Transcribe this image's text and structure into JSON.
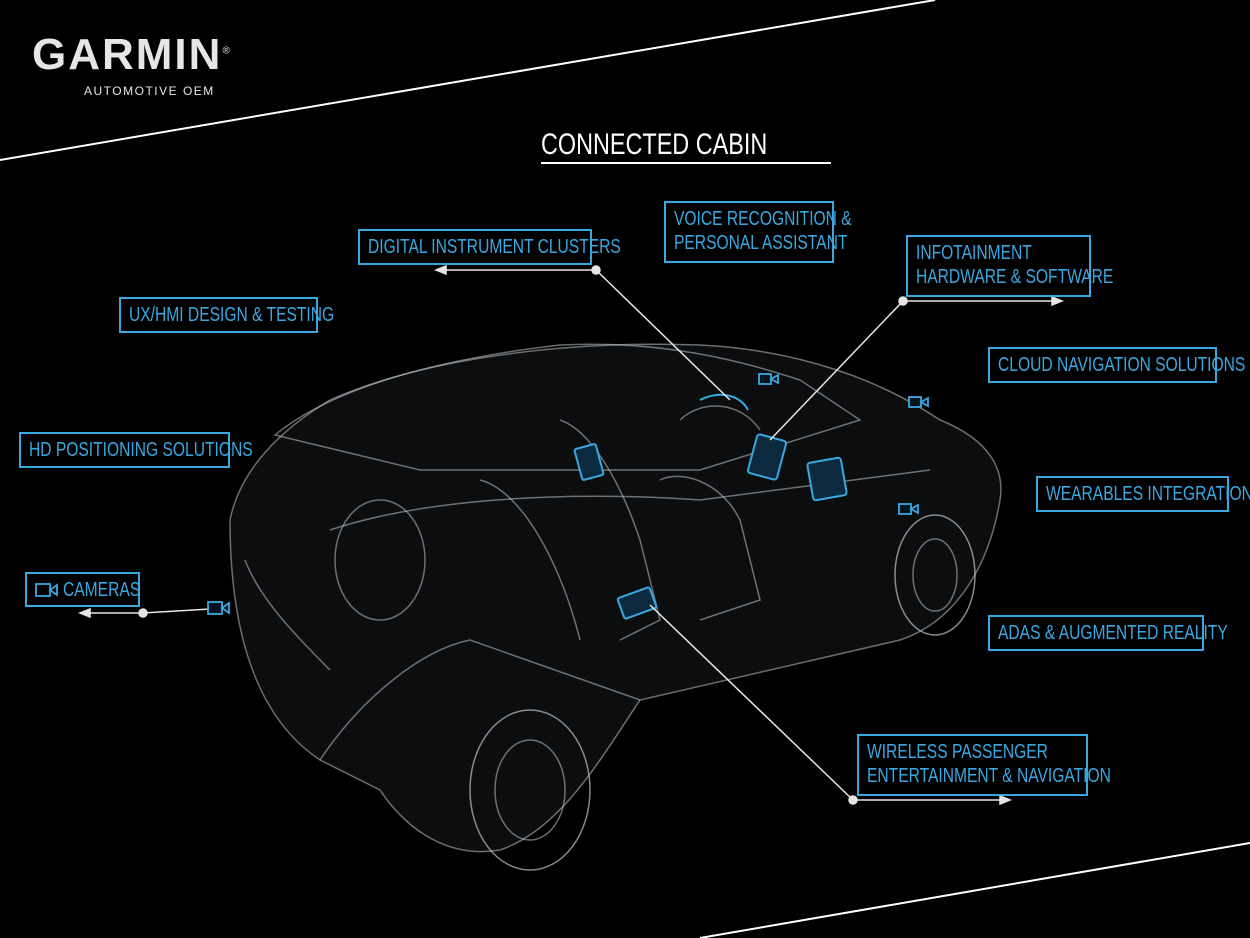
{
  "brand": {
    "name": "GARMIN",
    "registered": "®",
    "division": "AUTOMOTIVE OEM"
  },
  "title": "CONNECTED CABIN",
  "accent_color": "#3aa8e0",
  "features": {
    "digital_clusters": [
      "DIGITAL INSTRUMENT CLUSTERS"
    ],
    "voice": [
      "VOICE RECOGNITION &",
      "PERSONAL ASSISTANT"
    ],
    "infotainment": [
      "INFOTAINMENT",
      "HARDWARE & SOFTWARE"
    ],
    "uxhmi": [
      "UX/HMI DESIGN & TESTING"
    ],
    "cloud_nav": [
      "CLOUD NAVIGATION SOLUTIONS"
    ],
    "hd_positioning": [
      "HD POSITIONING SOLUTIONS"
    ],
    "wearables": [
      "WEARABLES INTEGRATION"
    ],
    "cameras": [
      "CAMERAS"
    ],
    "adas": [
      "ADAS & AUGMENTED REALITY"
    ],
    "wireless": [
      "WIRELESS PASSENGER",
      "ENTERTAINMENT & NAVIGATION"
    ]
  }
}
